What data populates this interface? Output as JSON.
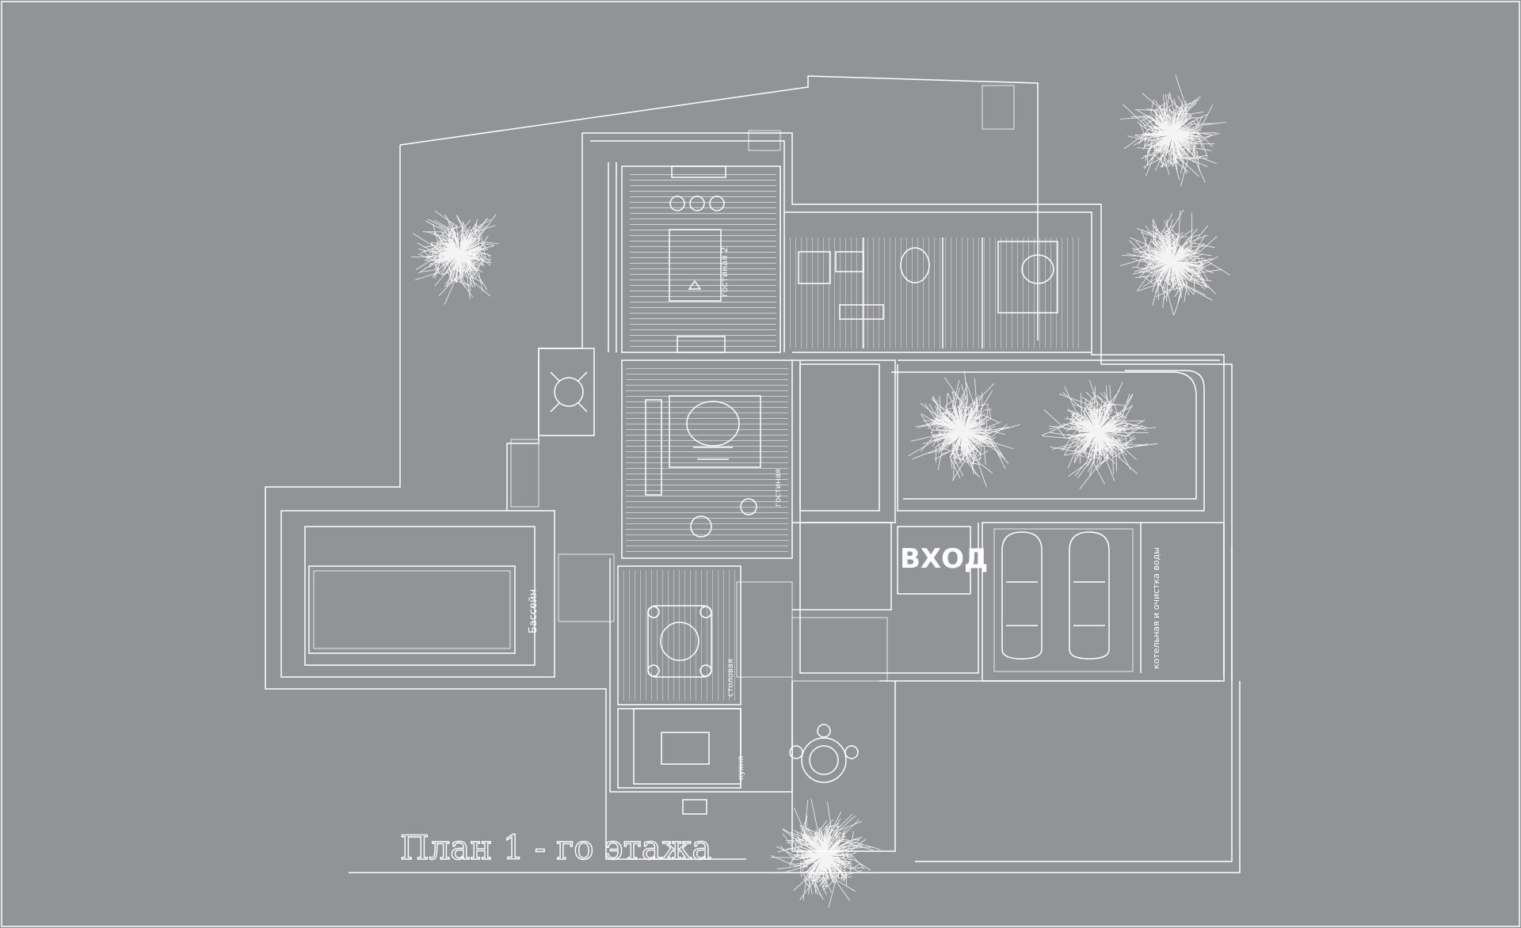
{
  "title": "План 1 - го этажа",
  "labels": {
    "entrance": "ВХОД",
    "pool": "Бассейн",
    "billiard": "гостиная 2",
    "boiler": "котельная и очистка воды",
    "kitchen": "кухня",
    "dining": "столовая",
    "living": "гостиная"
  },
  "colors": {
    "background": "#929396",
    "lines": "#ffffff"
  }
}
